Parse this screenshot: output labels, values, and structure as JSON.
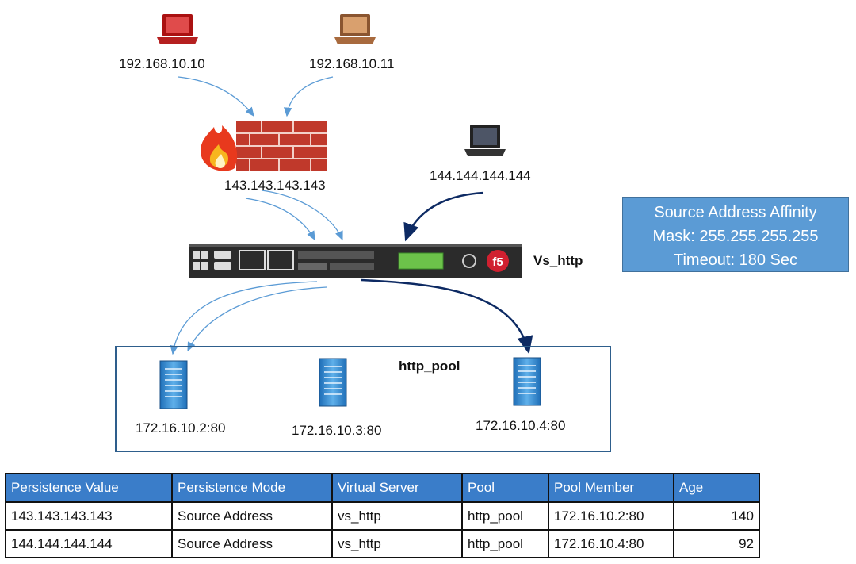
{
  "clients": {
    "client_a": {
      "ip": "192.168.10.10",
      "color": "#c0392b"
    },
    "client_b": {
      "ip": "192.168.10.11",
      "color": "#c98b5a"
    },
    "client_c": {
      "ip": "144.144.144.144",
      "color": "#3b4252"
    }
  },
  "firewall": {
    "ip": "143.143.143.143"
  },
  "load_balancer": {
    "name": "Vs_http"
  },
  "info_box": {
    "line1": "Source Address Affinity",
    "line2": "Mask: 255.255.255.255",
    "line3": "Timeout: 180 Sec",
    "color": "#5b9bd5"
  },
  "pool": {
    "name": "http_pool",
    "members": [
      "172.16.10.2:80",
      "172.16.10.3:80",
      "172.16.10.4:80"
    ]
  },
  "table": {
    "headers": [
      "Persistence Value",
      "Persistence Mode",
      "Virtual Server",
      "Pool",
      "Pool Member",
      "Age"
    ],
    "rows": [
      [
        "143.143.143.143",
        "Source Address",
        "vs_http",
        "http_pool",
        "172.16.10.2:80",
        "140"
      ],
      [
        "144.144.144.144",
        "Source Address",
        "vs_http",
        "http_pool",
        "172.16.10.4:80",
        "92"
      ]
    ],
    "header_color": "#3a7dc9"
  }
}
